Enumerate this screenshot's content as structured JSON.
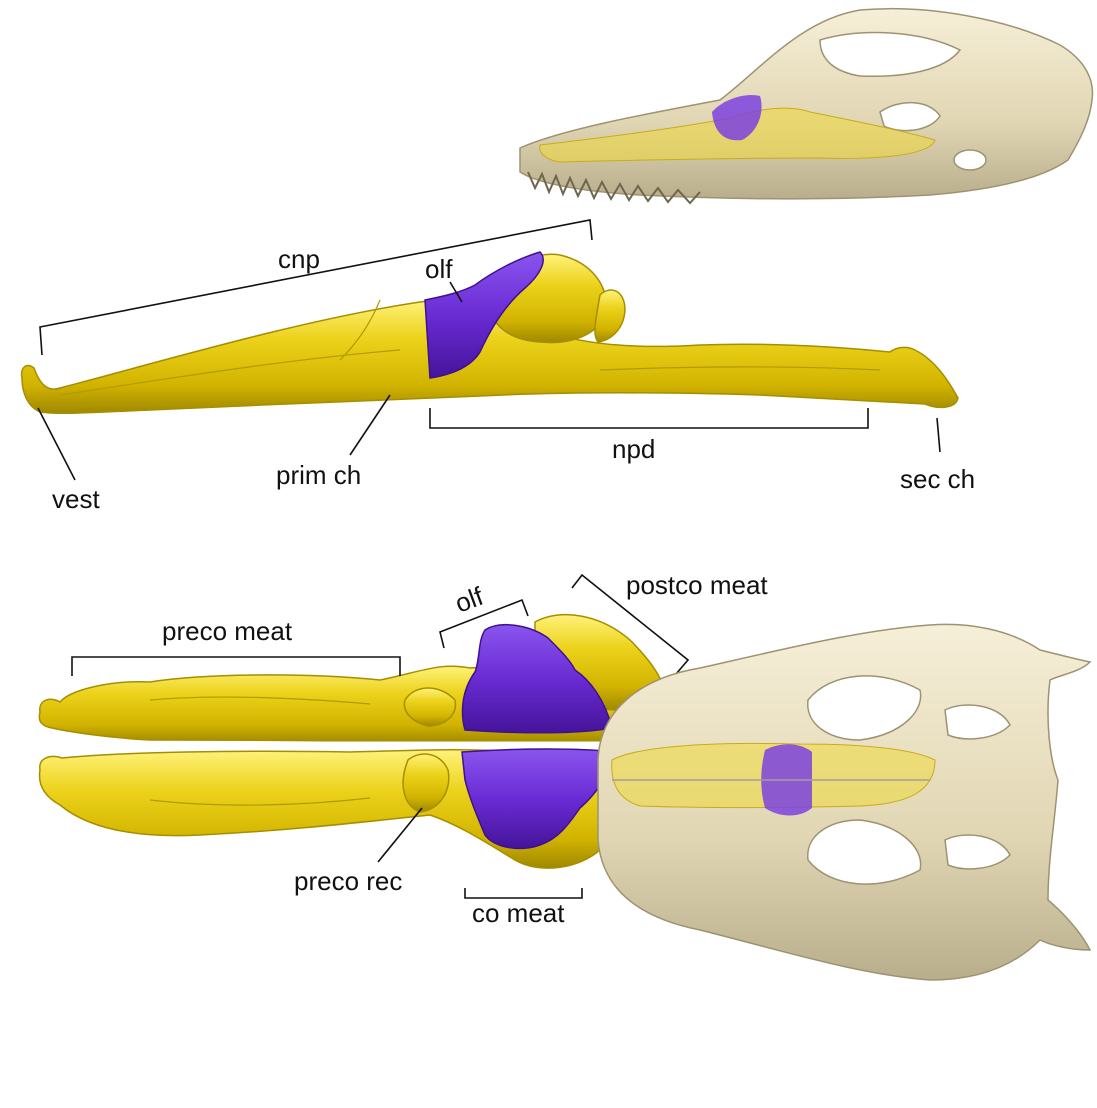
{
  "labels": {
    "cnp": "cnp",
    "olf_lateral": "olf",
    "npd": "npd",
    "vest": "vest",
    "prim_ch": "prim ch",
    "sec_ch": "sec ch",
    "olf_dorsal": "olf",
    "preco_meat": "preco meat",
    "postco_meat": "postco meat",
    "preco_rec": "preco rec",
    "co_meat": "co meat"
  },
  "colors": {
    "airway": "#e8cf12",
    "airway_dark": "#b59c00",
    "olfactory": "#6a2bd4",
    "olfactory_dark": "#44148f",
    "bone": "#e6dcbc",
    "bone_dark": "#8e8467",
    "line": "#111111"
  },
  "views": [
    "lateral-skull",
    "lateral-airway",
    "dorsal-airway",
    "dorsal-skull"
  ]
}
